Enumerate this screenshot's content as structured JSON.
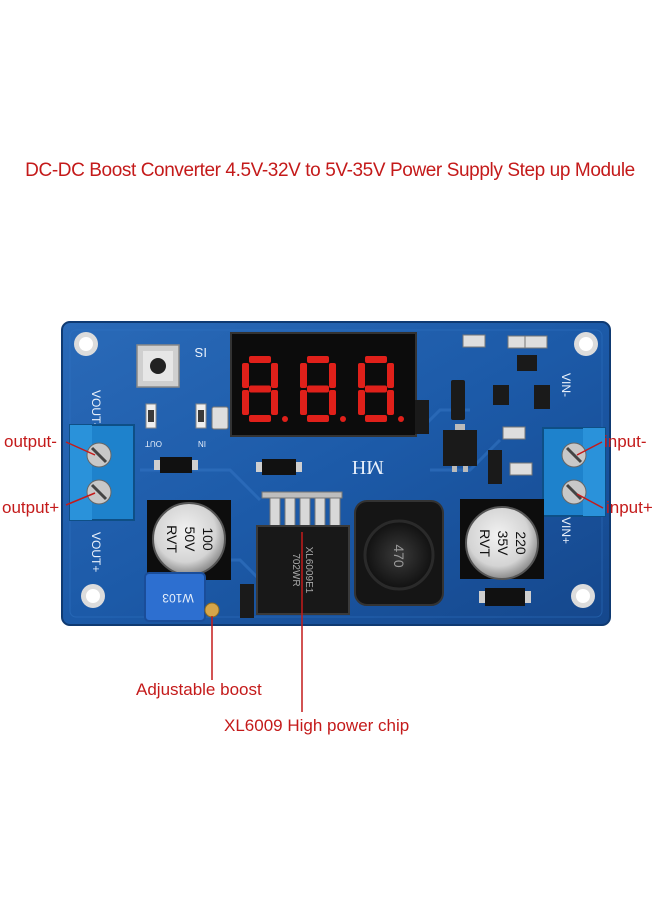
{
  "title": "DC-DC Boost Converter 4.5V-32V to 5V-35V Power Supply Step up Module",
  "callouts": {
    "output_minus": "output-",
    "output_plus": "output+",
    "input_minus": "input-",
    "input_plus": "input+",
    "adjustable": "Adjustable boost",
    "chip": "XL6009 High power chip"
  },
  "silkscreen": {
    "vout_minus": "VOUT-",
    "vout_plus": "VOUT+",
    "vin_minus": "VIN-",
    "vin_plus": "VIN+",
    "is": "IS",
    "mh": "MH",
    "out": "OUT",
    "in": "IN"
  },
  "display": {
    "digits": [
      "8",
      "8",
      "8"
    ]
  },
  "capacitor_left": {
    "lines": [
      "100",
      "50V",
      "RVT"
    ]
  },
  "capacitor_right": {
    "lines": [
      "220",
      "35V",
      "RVT"
    ]
  },
  "chip": {
    "lines": [
      "XL6009E1",
      "702WR"
    ]
  },
  "inductor": {
    "label": "470"
  },
  "potentiometer": {
    "label": "W103"
  },
  "colors": {
    "pcb": "#1c5aa8",
    "pcb_dark": "#123f7e",
    "terminal": "#1e82cc",
    "display_red": "#e0201a",
    "callout_red": "#c41a1a"
  }
}
